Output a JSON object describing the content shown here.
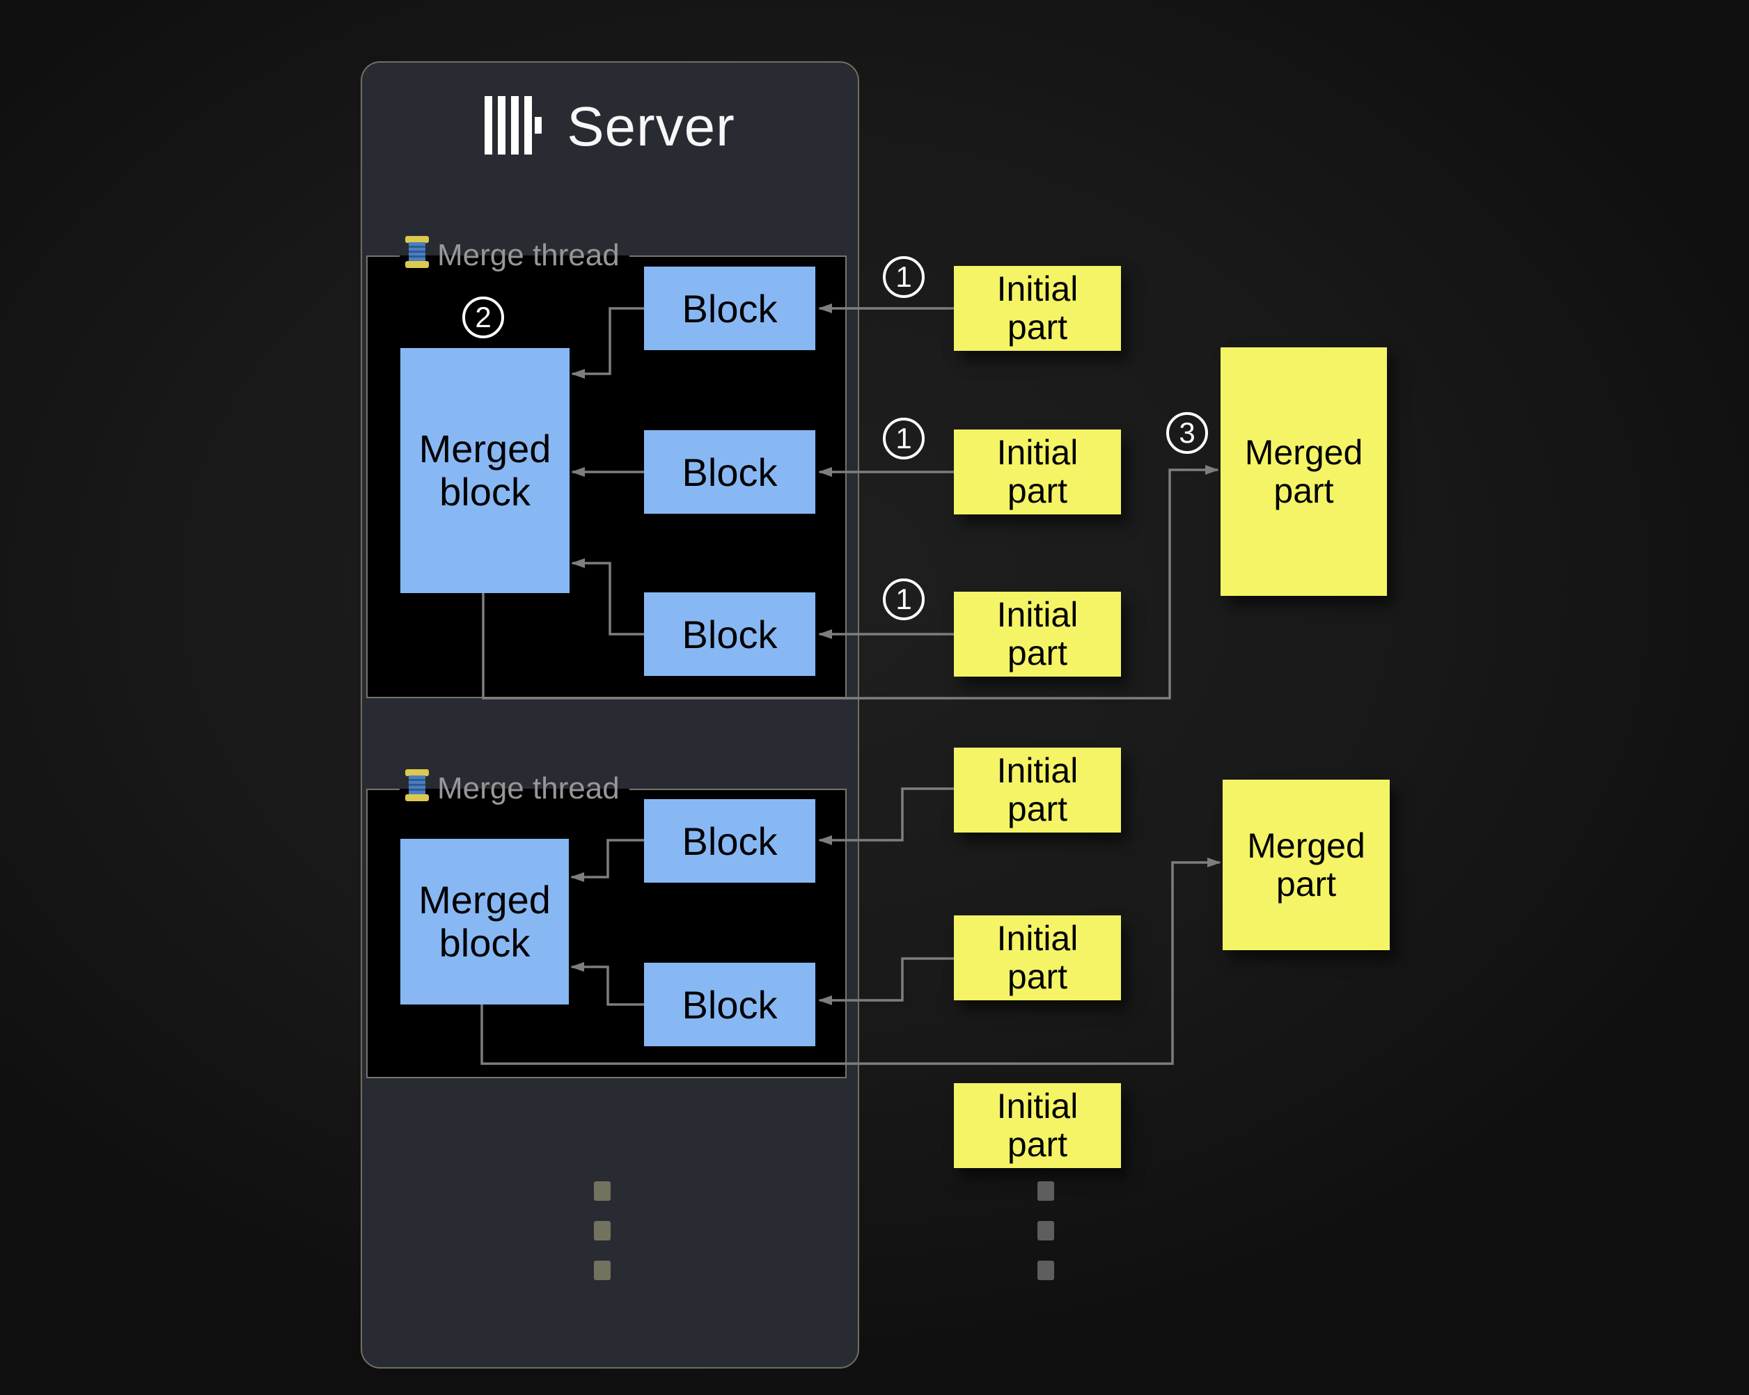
{
  "server": {
    "title": "Server"
  },
  "labels": {
    "merge_thread": "Merge thread",
    "block": "Block",
    "merged_block": "Merged\nblock",
    "initial_part": "Initial\npart",
    "merged_part": "Merged\npart"
  },
  "steps": {
    "s1": "1",
    "s2": "2",
    "s3": "3"
  },
  "icons": {
    "server_logo": "clickhouse-bars-icon",
    "thread_label": "thread-spool-icon"
  },
  "colors": {
    "page_bg": "#191919",
    "server_fill": "#292b32",
    "server_border": "#70705f",
    "panel_fill": "#000000",
    "panel_border": "#75756a",
    "block_fill": "#88b8f4",
    "part_fill": "#f4f466",
    "connector": "#7e7e7e",
    "label_text": "#979797",
    "title_text": "#f7f7f7",
    "circle_stroke": "#ffffff",
    "dot_inner": "#72725f",
    "dot_outer": "#5e5e5e"
  }
}
